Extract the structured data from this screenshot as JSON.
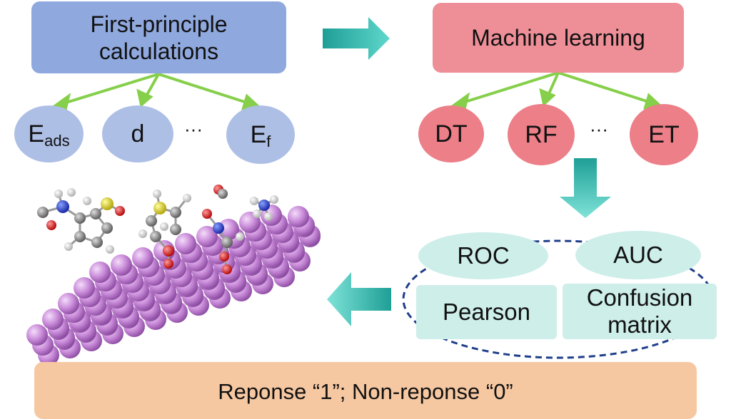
{
  "first_principle": {
    "label": "First-principle calculations",
    "line1": "First-principle",
    "line2": "calculations"
  },
  "machine_learning": {
    "label": "Machine learning"
  },
  "descriptors": {
    "e_ads": {
      "main": "E",
      "sub": "ads"
    },
    "d": "d",
    "ellipsis": "···",
    "e_f": {
      "main": "E",
      "sub": "f"
    }
  },
  "models": {
    "dt": "DT",
    "rf": "RF",
    "ellipsis": "···",
    "et": "ET"
  },
  "metrics": {
    "roc": "ROC",
    "auc": "AUC",
    "pearson": "Pearson",
    "confusion_line1": "Confusion",
    "confusion_line2": "matrix"
  },
  "result": {
    "text": "Reponse “1”;  Non-reponse “0”"
  },
  "colors": {
    "first_principle_box": "#8fa8de",
    "descriptor_node": "#aebfe6",
    "machine_learning_box": "#ee8f98",
    "model_node": "#ec7f88",
    "metric_fill": "#cdeee9",
    "dashed_ellipse": "#1f3f8a",
    "arrow_green": "#86cf4a",
    "arrow_teal": "#2bb5a8",
    "result_bar": "#f6c8a2",
    "atom_surface": "#c890d8"
  }
}
